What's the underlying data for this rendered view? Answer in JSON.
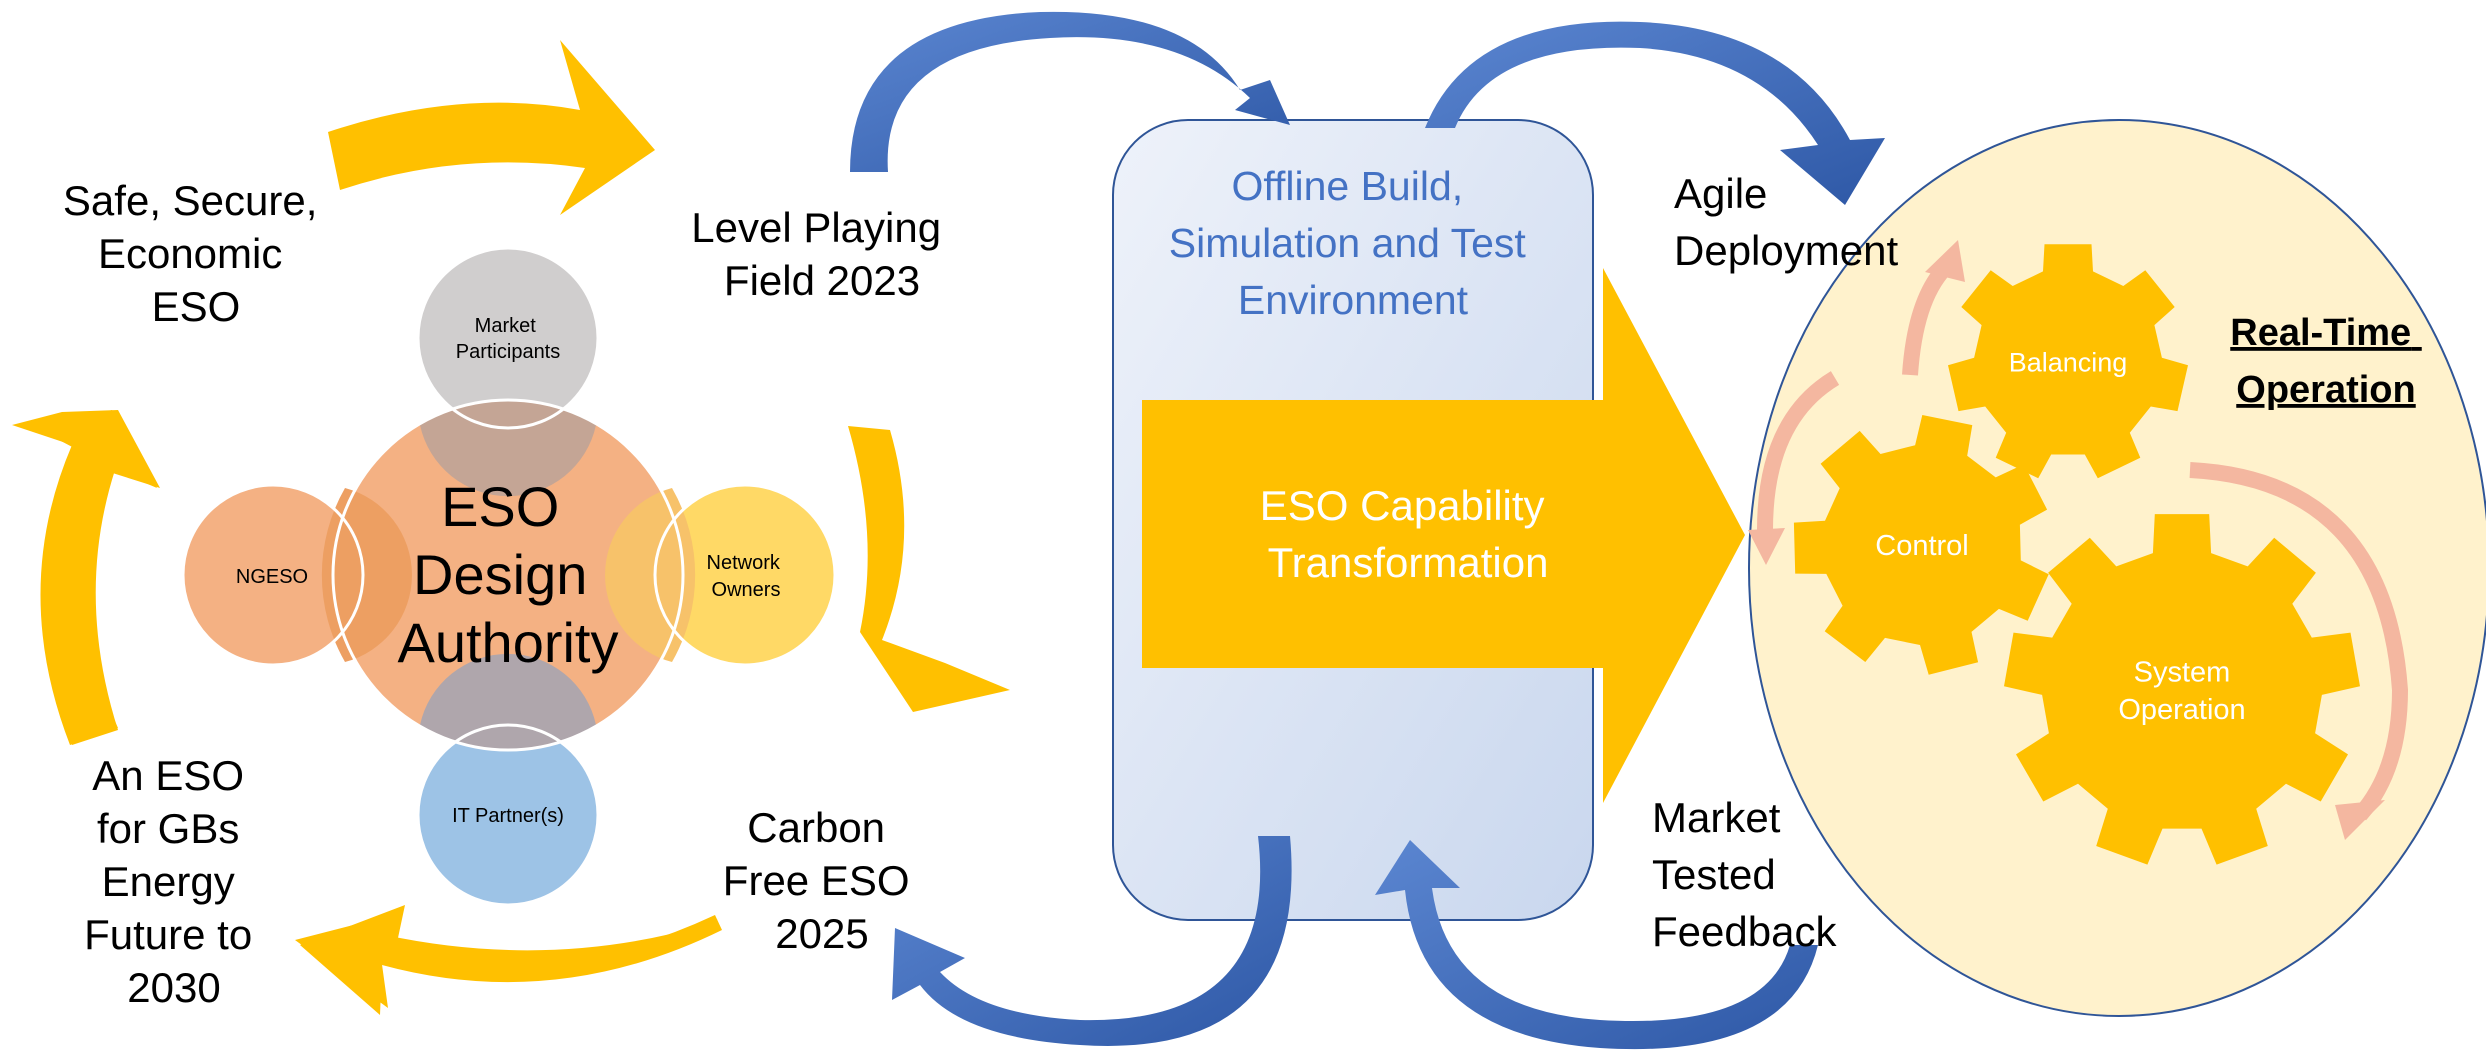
{
  "cycle_labels": {
    "top_left": [
      "Safe, Secure,",
      "Economic",
      "ESO"
    ],
    "top_right": [
      "Level Playing",
      "Field 2023"
    ],
    "bottom_right": [
      "Carbon",
      "Free ESO",
      "2025"
    ],
    "bottom_left": [
      "An ESO",
      "for GBs",
      "Energy",
      "Future to",
      "2030"
    ]
  },
  "venn": {
    "center": [
      "ESO",
      "Design",
      "Authority"
    ],
    "top": [
      "Market",
      "Participants"
    ],
    "left": [
      "NGESO"
    ],
    "right": [
      "Network",
      "Owners"
    ],
    "bottom": [
      "IT Partner(s)"
    ]
  },
  "offline_env": [
    "Offline Build,",
    "Simulation and Test",
    "Environment"
  ],
  "transformation": [
    "ESO Capability",
    "Transformation"
  ],
  "agile": [
    "Agile",
    "Deployment"
  ],
  "feedback": [
    "Market",
    "Tested",
    "Feedback"
  ],
  "realtime": {
    "title": [
      "Real-Time",
      "Operation"
    ],
    "gears": {
      "balancing": [
        "Balancing"
      ],
      "control": [
        "Control"
      ],
      "system": [
        "System",
        "Operation"
      ]
    }
  },
  "colors": {
    "gold": "#FFC000",
    "orange": "#F4B183",
    "grey": "#D0CECE",
    "yellow": "#FFD966",
    "light_blue": "#9DC3E6",
    "blue_arrow": "#4472C4",
    "title_blue": "#4472C4",
    "cream": "#FFF2CC",
    "pink": "#F4B7A0"
  }
}
